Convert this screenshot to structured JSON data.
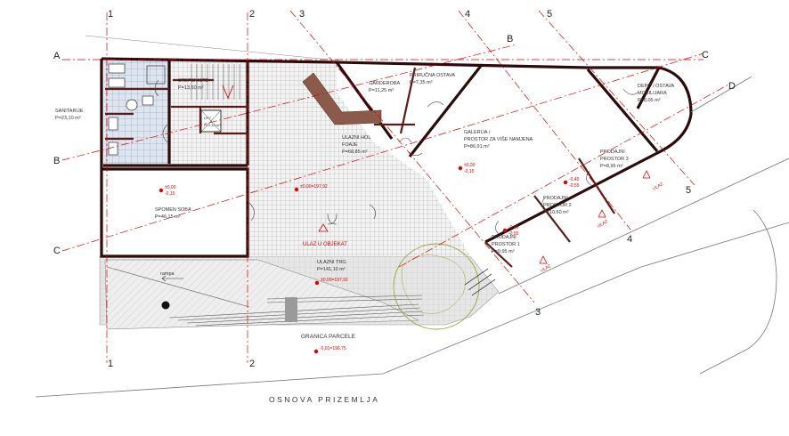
{
  "drawing_title": "OSNOVA PRIZEMLJA",
  "axes": {
    "vertical": [
      {
        "label": "1"
      },
      {
        "label": "2"
      },
      {
        "label": "3"
      },
      {
        "label": "4"
      },
      {
        "label": "5"
      }
    ],
    "horizontal": [
      {
        "label": "A"
      },
      {
        "label": "B"
      },
      {
        "label": "C"
      },
      {
        "label": "D"
      }
    ]
  },
  "rooms": [
    {
      "name": "SANITARIJE",
      "area": "P=23,10 m²"
    },
    {
      "name": "STEPENISTE",
      "area": "P=13,60 m²"
    },
    {
      "name": "GARDEROBA",
      "area": "P=11,25 m²"
    },
    {
      "name": "PRIRUČNA OSTAVA",
      "area": "P=7,35 m²"
    },
    {
      "name": "ULAZNI HOL",
      "name2": "FOAJE",
      "area": "P=68,85 m²"
    },
    {
      "name": "GALERIJA /",
      "name2": "PROSTOR ZA VIŠE NAMJENA",
      "area": "P=86,91 m²"
    },
    {
      "name": "DEPO / OSTAVA",
      "name2": "MOBILIJARA",
      "area": "P=8,05 m²"
    },
    {
      "name": "SPOMEN SOBA",
      "area": "P=46,15 m²"
    },
    {
      "name": "PRODAJNI",
      "name2": "PROSTOR 3",
      "area": "P=8,95 m²"
    },
    {
      "name": "PRODAJNI",
      "name2": "PROSTOR 2",
      "area": "P=10,60 m²"
    },
    {
      "name": "PRODAJNI",
      "name2": "PROSTOR 1",
      "area": "P=9,95 m²"
    },
    {
      "name": "ULAZNI TRG",
      "area": "P=141,10 m²"
    }
  ],
  "labels": {
    "entrance_main": "ULAZ U OBJEKAT",
    "entrance": "ULAZ",
    "ramp": "rampa",
    "parcel_boundary": "GRANICA PARCELE",
    "lift": "LIFT",
    "lift_area": "P=2,40 m²"
  },
  "levels": {
    "spomen": [
      "±0,00",
      "-0,15"
    ],
    "hol": [
      "±0,00=197,92"
    ],
    "galerija": [
      "±0,00",
      "-0,15"
    ],
    "prod3": [
      "-0,40",
      "-0,55"
    ],
    "prod1": [
      "-0,40",
      "-0,55"
    ],
    "trg": [
      "±0,00=197,92"
    ],
    "parcel": [
      "-0,01=196,75"
    ]
  },
  "colors": {
    "axis": "#e00000",
    "wall": "#8b1a1a",
    "paving": "#d9d9d9",
    "tile": "#c8d8e8",
    "stair": "#8b5a4a",
    "tree": "#9aa63a"
  }
}
